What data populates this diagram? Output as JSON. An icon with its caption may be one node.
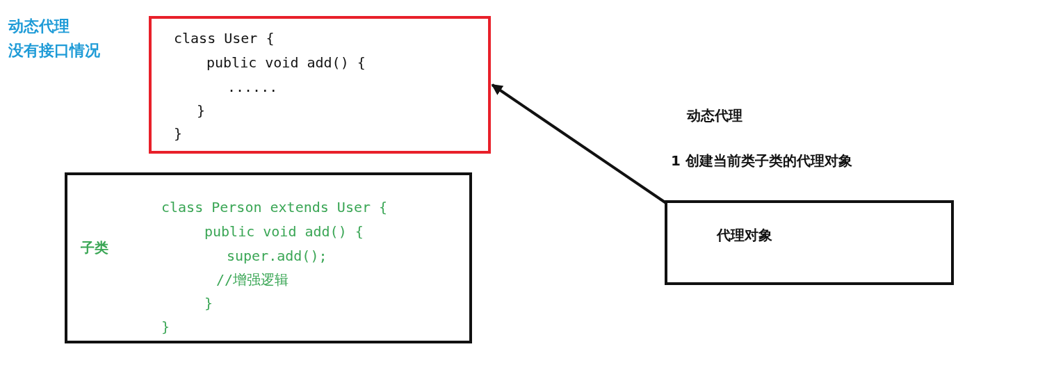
{
  "diagram": {
    "nodes": [
      {
        "text": [
          "class User {",
          "public void add() {",
          "......",
          "}",
          "}"
        ]
      },
      {
        "text": [
          "子类",
          "class Person extends User {",
          "public void add() {",
          "super.add();",
          "//增强逻辑",
          "}",
          "}"
        ]
      },
      {
        "text": [
          "代理对象"
        ]
      }
    ],
    "edges": [
      {
        "from": 2,
        "to": 0,
        "arrow": "to"
      }
    ],
    "labels": [
      "动态代理",
      "没有接口情况",
      "动态代理",
      "1 创建当前类子类的代理对象"
    ]
  }
}
